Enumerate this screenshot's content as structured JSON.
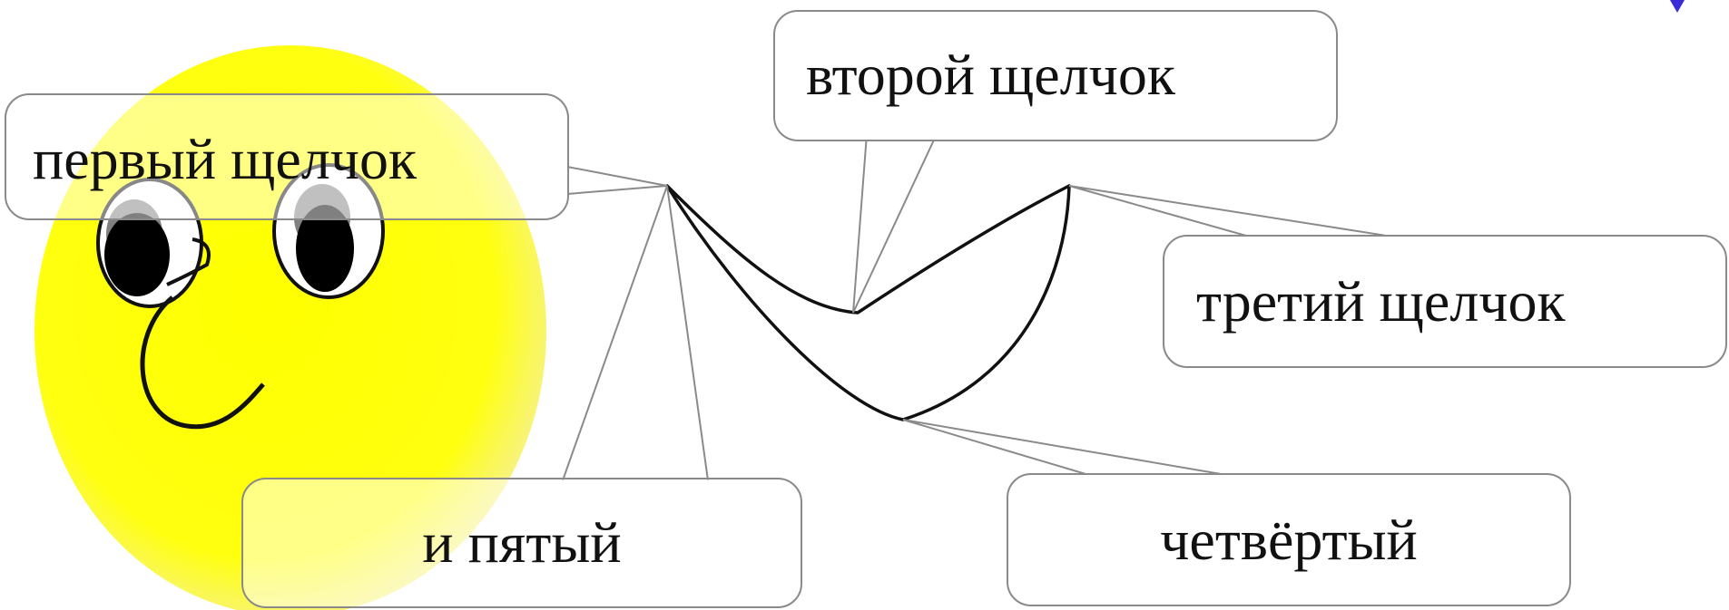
{
  "callouts": {
    "first": "первый щелчок",
    "second": "второй щелчок",
    "third": "третий щелчок",
    "fourth": "четвёртый",
    "fifth": "и пятый"
  },
  "colors": {
    "face": "#ffff00",
    "face_shadow": "#f2ee9a",
    "stroke": "#111111",
    "callout_border": "#8a8a8a",
    "callout_fill": "#ffffff",
    "corner_accent": "#3b2bd8"
  },
  "icons": {
    "face": "smiley-face-icon",
    "path": "zigzag-click-path"
  }
}
